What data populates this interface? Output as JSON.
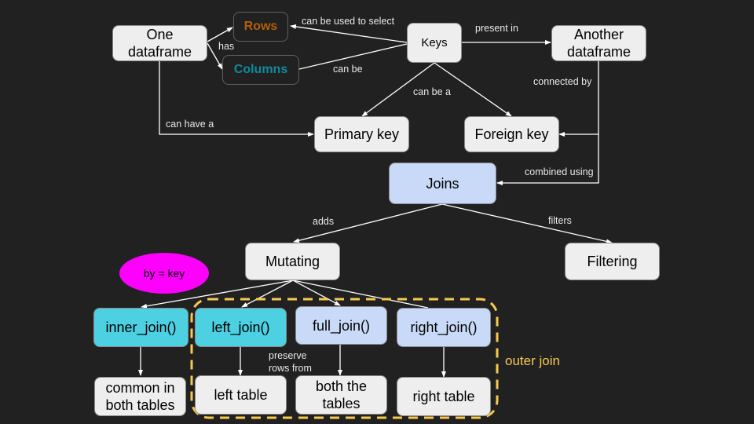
{
  "nodes": {
    "one_dataframe": "One dataframe",
    "rows": "Rows",
    "columns": "Columns",
    "keys": "Keys",
    "another_dataframe": "Another dataframe",
    "primary_key": "Primary key",
    "foreign_key": "Foreign key",
    "joins": "Joins",
    "mutating": "Mutating",
    "filtering": "Filtering",
    "by_key": "by = key",
    "inner_join": "inner_join()",
    "left_join": "left_join()",
    "full_join": "full_join()",
    "right_join": "right_join()",
    "common_both": "common in both tables",
    "left_table": "left table",
    "both_tables": "both the tables",
    "right_table": "right table"
  },
  "edge_labels": {
    "has": "has",
    "can_be_used_to_select": "can be used to select",
    "can_be": "can be",
    "present_in": "present in",
    "connected_by": "connected by",
    "can_be_a": "can be a",
    "can_have_a": "can have a",
    "combined_using": "combined using",
    "adds": "adds",
    "filters": "filters",
    "preserve_rows_from": "preserve rows from"
  },
  "group_label": "outer join",
  "colors": {
    "background": "#212121",
    "rows_text": "#b45f06",
    "columns_text": "#0f8a9d",
    "join_blue": "#c9daf8",
    "join_cyan": "#4dd0e1",
    "highlight": "#ff00ff",
    "outer_join": "#f6c94f"
  }
}
